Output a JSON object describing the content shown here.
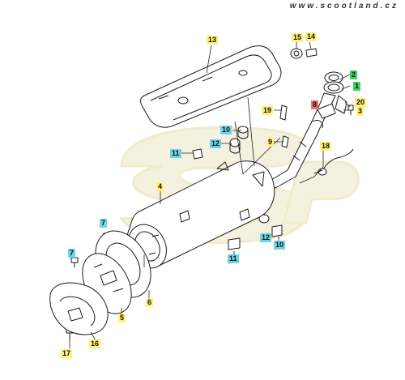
{
  "header": {
    "site_url": "www.scootland.cz"
  },
  "parts": [
    {
      "id": "p1",
      "label": "1",
      "highlight": "green"
    },
    {
      "id": "p2",
      "label": "2",
      "highlight": "green"
    },
    {
      "id": "p3",
      "label": "3",
      "highlight": "yellow"
    },
    {
      "id": "p4",
      "label": "4",
      "highlight": "yellow"
    },
    {
      "id": "p5",
      "label": "5",
      "highlight": "yellow"
    },
    {
      "id": "p6",
      "label": "6",
      "highlight": "yellow"
    },
    {
      "id": "p7a",
      "label": "7",
      "highlight": "cyan"
    },
    {
      "id": "p7b",
      "label": "7",
      "highlight": "cyan"
    },
    {
      "id": "p8",
      "label": "8",
      "highlight": "red"
    },
    {
      "id": "p9",
      "label": "9",
      "highlight": "yellow"
    },
    {
      "id": "p10a",
      "label": "10",
      "highlight": "cyan"
    },
    {
      "id": "p10b",
      "label": "10",
      "highlight": "cyan"
    },
    {
      "id": "p11a",
      "label": "11",
      "highlight": "cyan"
    },
    {
      "id": "p11b",
      "label": "11",
      "highlight": "cyan"
    },
    {
      "id": "p12a",
      "label": "12",
      "highlight": "cyan"
    },
    {
      "id": "p12b",
      "label": "12",
      "highlight": "cyan"
    },
    {
      "id": "p13",
      "label": "13",
      "highlight": "yellow"
    },
    {
      "id": "p14",
      "label": "14",
      "highlight": "yellow"
    },
    {
      "id": "p15",
      "label": "15",
      "highlight": "yellow"
    },
    {
      "id": "p16",
      "label": "16",
      "highlight": "yellow"
    },
    {
      "id": "p17",
      "label": "17",
      "highlight": "yellow"
    },
    {
      "id": "p18",
      "label": "18",
      "highlight": "yellow"
    },
    {
      "id": "p19",
      "label": "19",
      "highlight": "yellow"
    },
    {
      "id": "p20",
      "label": "20",
      "highlight": "yellow"
    }
  ],
  "colors": {
    "yellow": "#fff27a",
    "green": "#39d65b",
    "cyan": "#6fd3e8",
    "red": "#ff6a6a",
    "watermark": "#f3efd8"
  }
}
